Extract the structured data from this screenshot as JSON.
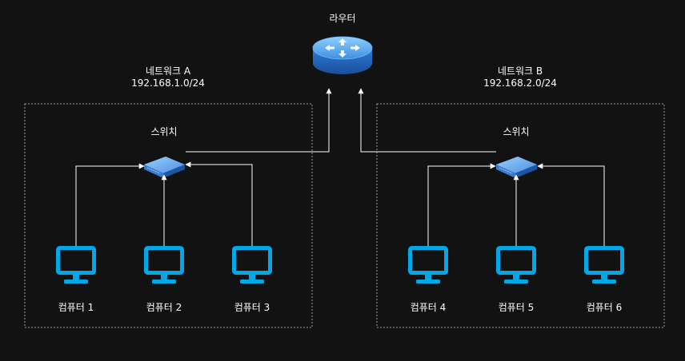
{
  "router": {
    "label": "라우터"
  },
  "networks": [
    {
      "name": "네트워크 A",
      "subnet": "192.168.1.0/24",
      "switch_label": "스위치",
      "computers": [
        "컴퓨터 1",
        "컴퓨터 2",
        "컴퓨터 3"
      ]
    },
    {
      "name": "네트워크 B",
      "subnet": "192.168.2.0/24",
      "switch_label": "스위치",
      "computers": [
        "컴퓨터 4",
        "컴퓨터 5",
        "컴퓨터 6"
      ]
    }
  ],
  "colors": {
    "background": "#121212",
    "monitor": "#00A8E8",
    "device_blue": "#3B7FD9",
    "line": "#FFFFFF",
    "boundary": "#9A9A9A"
  }
}
